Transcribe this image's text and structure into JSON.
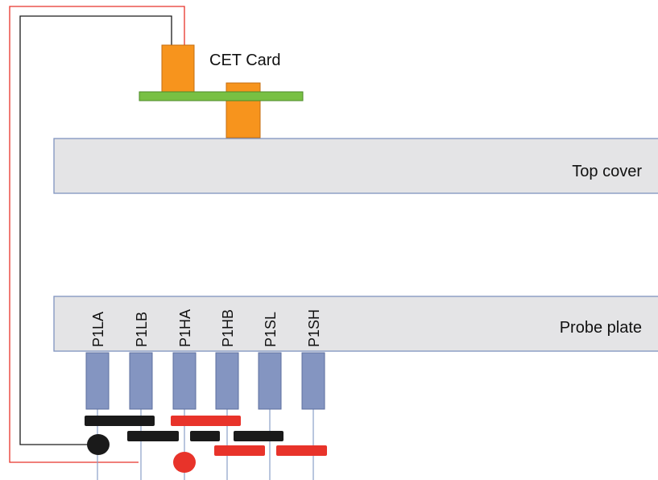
{
  "labels": {
    "cet_card": "CET Card",
    "top_cover": "Top cover",
    "probe_plate": "Probe plate"
  },
  "probes": [
    "P1LA",
    "P1LB",
    "P1HA",
    "P1HB",
    "P1SL",
    "P1SH"
  ],
  "colors": {
    "plate_fill": "#e4e4e6",
    "plate_stroke": "#7f93bf",
    "pin_fill": "#8495c1",
    "pin_stroke": "#5d6f9f",
    "connector": "#f7941d",
    "card_board": "#78c043",
    "black_wire": "#1a1a1a",
    "red_wire": "#e8332a",
    "pin_lead": "#8aa0c8"
  }
}
